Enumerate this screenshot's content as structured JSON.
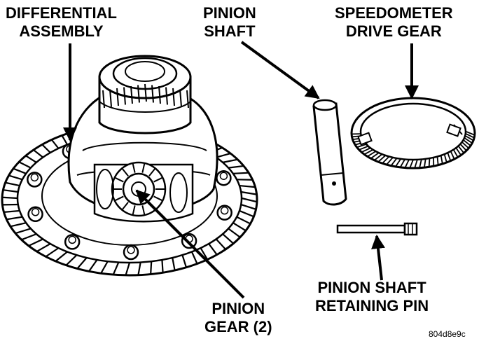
{
  "labels": {
    "differential_assembly": [
      "DIFFERENTIAL",
      "ASSEMBLY"
    ],
    "pinion_shaft": [
      "PINION",
      "SHAFT"
    ],
    "speedometer_drive_gear": [
      "SPEEDOMETER",
      "DRIVE GEAR"
    ],
    "pinion_gear": [
      "PINION",
      "GEAR (2)"
    ],
    "pinion_shaft_retaining_pin": [
      "PINION SHAFT",
      "RETAINING PIN"
    ]
  },
  "figure_ref": "804d8e9c"
}
